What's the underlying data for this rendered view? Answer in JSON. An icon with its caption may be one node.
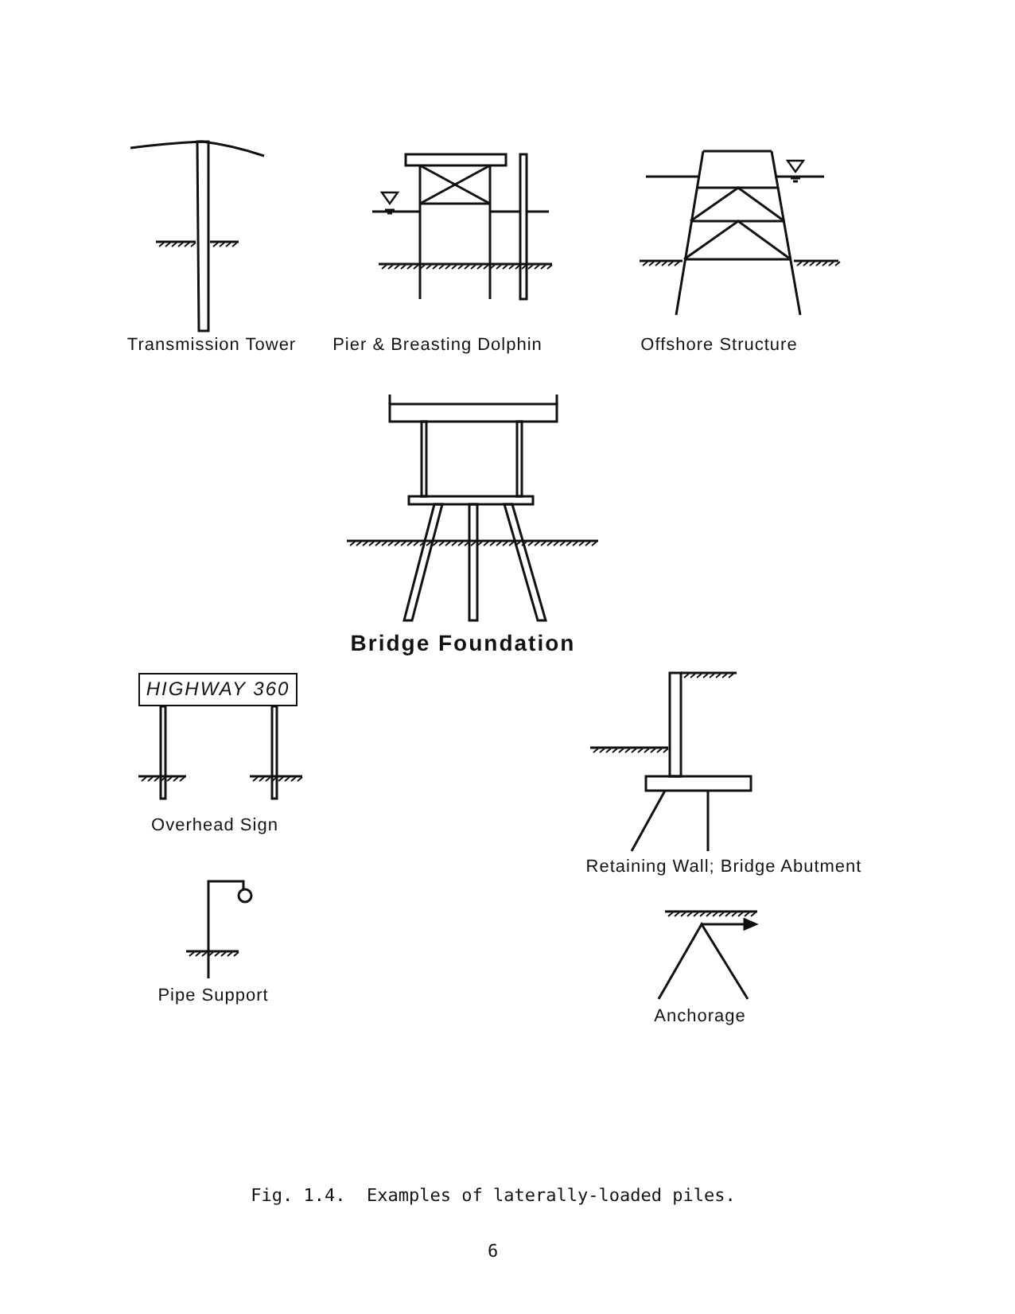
{
  "diagram": {
    "caption": "Fig. 1.4.  Examples of laterally-loaded piles.",
    "nodes": [
      {
        "text": [
          "HIGHWAY 360"
        ]
      }
    ],
    "edges": [],
    "labels": [
      "Transmission Tower",
      "Pier & Breasting Dolphin",
      "Offshore Structure",
      "Bridge Foundation",
      "Overhead Sign",
      "Retaining Wall; Bridge Abutment",
      "Pipe Support",
      "Anchorage",
      "6"
    ]
  }
}
